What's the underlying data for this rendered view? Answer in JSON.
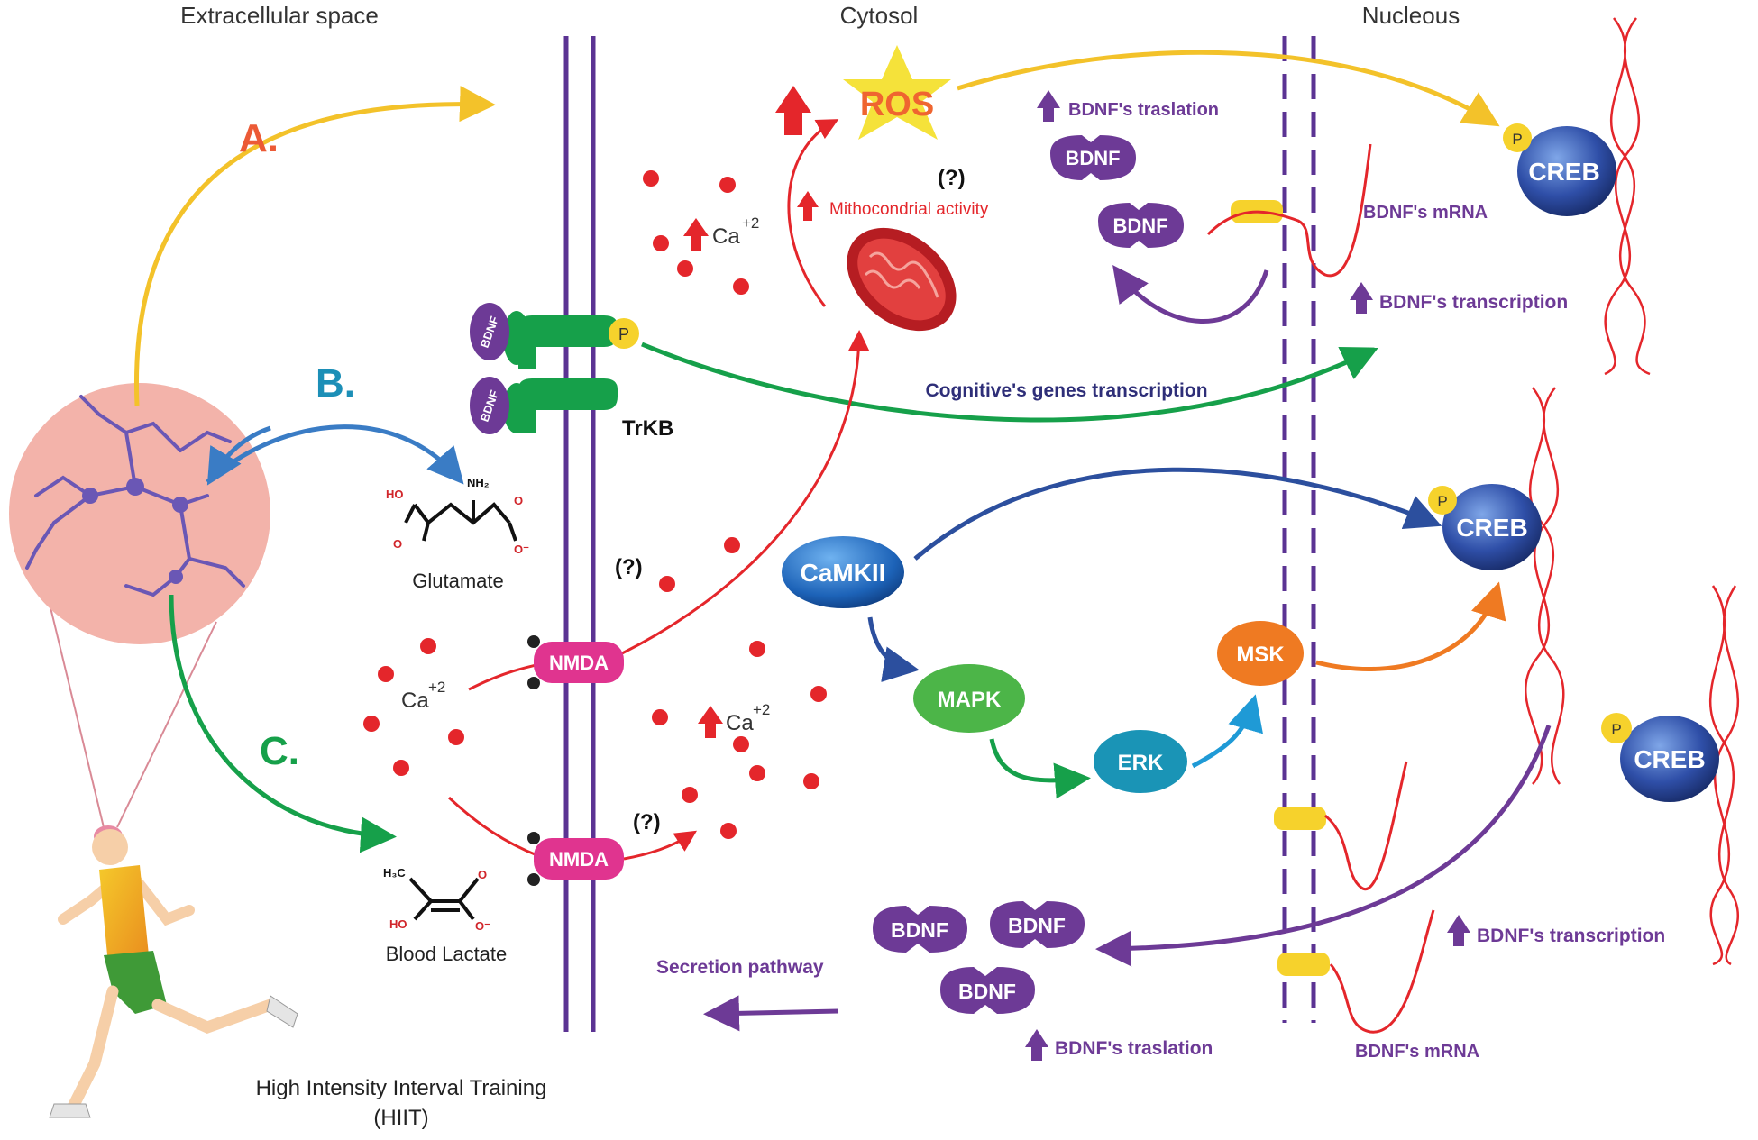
{
  "regions": {
    "extracellular": "Extracellular space",
    "cytosol": "Cytosol",
    "nucleus": "Nucleous"
  },
  "routes": {
    "a": "A.",
    "b": "B.",
    "c": "C."
  },
  "hiit": {
    "line1": "High Intensity Interval Training",
    "line2": "(HIIT)"
  },
  "molecules": {
    "glutamate": "Glutamate",
    "lactate": "Blood Lactate",
    "ho": "HO",
    "nh2": "NH₂",
    "o": "O",
    "o_minus": "O⁻",
    "h3c": "H₃C"
  },
  "labels": {
    "ros": "ROS",
    "mito_activity": "Mithocondrial activity",
    "question": "(?)",
    "ca": "Ca",
    "ca_sup": "+2",
    "p": "P",
    "trkb": "TrKB",
    "cognitive": "Cognitive's genes transcription",
    "bdnf": "BDNF",
    "creb": "CREB",
    "camkii": "CaMKII",
    "mapk": "MAPK",
    "erk": "ERK",
    "msk": "MSK",
    "nmda": "NMDA",
    "bdnf_translation": "BDNF's traslation",
    "bdnf_mrna": "BDNF's mRNA",
    "bdnf_transcription": "BDNF's transcription",
    "secretion": "Secretion pathway"
  },
  "colors": {
    "membrane": "#5b3393",
    "yellow_arrow": "#f3c22a",
    "blue_arrow": "#3a7cc5",
    "green_arrow": "#16a04a",
    "red": "#e4262b",
    "purple": "#6d3a96",
    "pink": "#e0348f",
    "orange": "#ef7a22"
  }
}
